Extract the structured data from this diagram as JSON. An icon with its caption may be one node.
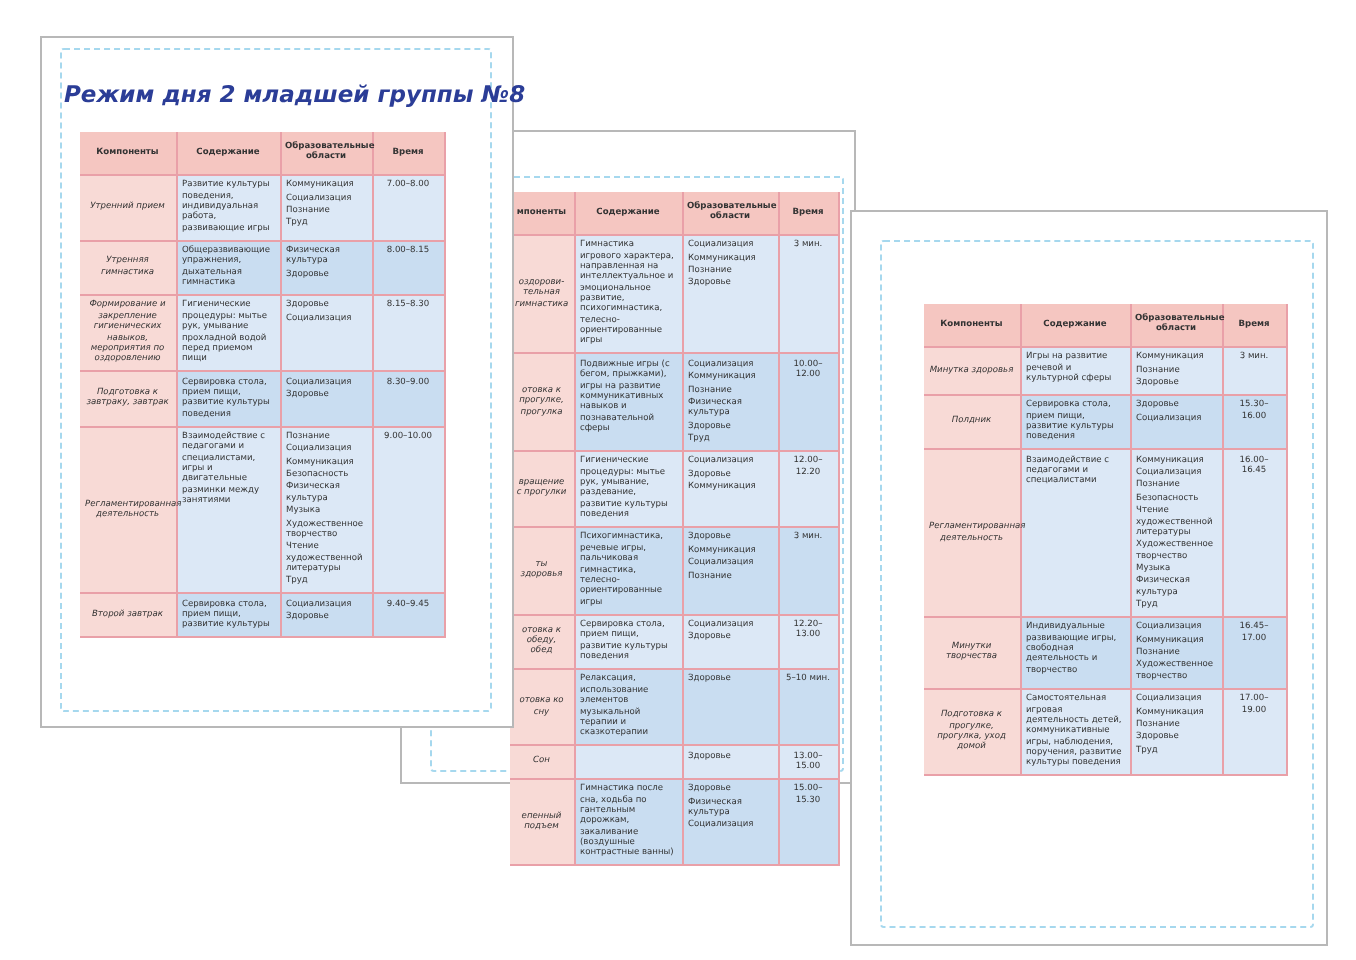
{
  "diagram": {
    "title": "Режим дня 2 младшей группы №8",
    "labels": [
      "Компоненты",
      "Содержание",
      "Образовательные области",
      "Время",
      "Утренний прием",
      "Развитие культуры поведения, индивидуальная работа, развивающие игры",
      "Коммуникация",
      "Социализация",
      "Познание",
      "Труд",
      "7.00–8.00",
      "Утренняя гимнастика",
      "Общеразвивающие упражнения, дыхательная гимнастика",
      "Физическая культура",
      "Здоровье",
      "8.00–8.15",
      "Формирование и закрепление гигиенических навыков, мероприятия по оздоровлению",
      "Гигиенические процедуры: мытье рук, умывание прохладной водой перед приемом пищи",
      "Здоровье",
      "Социализация",
      "8.15–8.30",
      "Подготовка к завтраку, завтрак",
      "Сервировка стола, прием пищи, развитие культуры поведения",
      "Социализация",
      "Здоровье",
      "8.30–9.00",
      "Регламентированная деятельность",
      "Взаимодействие с педагогами и специалистами, игры и двигательные разминки между занятиями",
      "Познание",
      "Социализация",
      "Коммуникация",
      "Безопасность",
      "Физическая культура",
      "Музыка",
      "Художественное творчество",
      "Чтение художественной литературы",
      "Труд",
      "9.00–10.00",
      "Второй завтрак",
      "Сервировка стола, прием пищи, развитие культуры",
      "Социализация",
      "Здоровье",
      "9.40–9.45",
      "мпоненты",
      "Содержание",
      "Образовательные области",
      "Время",
      "оздорови- тельная гимнастика",
      "Гимнастика игрового характера, направленная на интеллектуальное и эмоциональное развитие, психогимнастика, телесно-ориентированные игры",
      "Социализация",
      "Коммуникация",
      "Познание",
      "Здоровье",
      "3 мин.",
      "отовка к прогулке, прогулка",
      "Подвижные игры (с бегом, прыжками), игры на развитие коммуникативных навыков и познавательной сферы",
      "Социализация",
      "Коммуникация",
      "Познание",
      "Физическая культура",
      "Здоровье",
      "Труд",
      "10.00–12.00",
      "вращение с прогулки",
      "Гигиенические процедуры: мытье рук, умывание, раздевание, развитие культуры поведения",
      "Социализация",
      "Здоровье",
      "Коммуникация",
      "12.00–12.20",
      "ты здоровья",
      "Психогимнастика, речевые игры, пальчиковая гимнастика, телесно-ориентированные игры",
      "Здоровье",
      "Коммуникация",
      "Социализация",
      "Познание",
      "3 мин.",
      "отовка к обеду, обед",
      "Сервировка стола, прием пищи, развитие культуры поведения",
      "Социализация",
      "Здоровье",
      "12.20–13.00",
      "отовка ко сну",
      "Релаксация, использование элементов музыкальной терапии и сказкотерапии",
      "Здоровье",
      "5–10 мин.",
      "Сон",
      "Здоровье",
      "13.00–15.00",
      "епенный подъем",
      "Гимнастика после сна, ходьба по гантельным дорожкам, закаливание (воздушные контрастные ванны)",
      "Здоровье",
      "Физическая культура",
      "Социализация",
      "15.00–15.30",
      "Компоненты",
      "Содержание",
      "Образовательные области",
      "Время",
      "Минутка здоровья",
      "Игры на развитие речевой и культурной сферы",
      "Коммуникация",
      "Познание",
      "Здоровье",
      "3 мин.",
      "Полдник",
      "Сервировка стола, прием пищи, развитие культуры поведения",
      "Здоровье",
      "Социализация",
      "15.30–16.00",
      "Регламентированная деятельность",
      "Взаимодействие с педагогами и специалистами",
      "Коммуникация",
      "Социализация",
      "Познание",
      "Безопасность",
      "Чтение художественной литературы",
      "Художественное творчество",
      "Музыка",
      "Физическая культура",
      "Труд",
      "16.00–16.45",
      "Минутки творчества",
      "Индивидуальные развивающие игры, свободная деятельность и творчество",
      "Социализация",
      "Коммуникация",
      "Познание",
      "Художественное творчество",
      "16.45–17.00",
      "Подготовка к прогулке, прогулка, уход домой",
      "Самостоятельная игровая деятельность детей, коммуникативные игры, наблюдения, поручения, развитие культуры поведения",
      "Социализация",
      "Коммуникация",
      "Познание",
      "Здоровье",
      "Труд",
      "17.00–19.00"
    ]
  }
}
